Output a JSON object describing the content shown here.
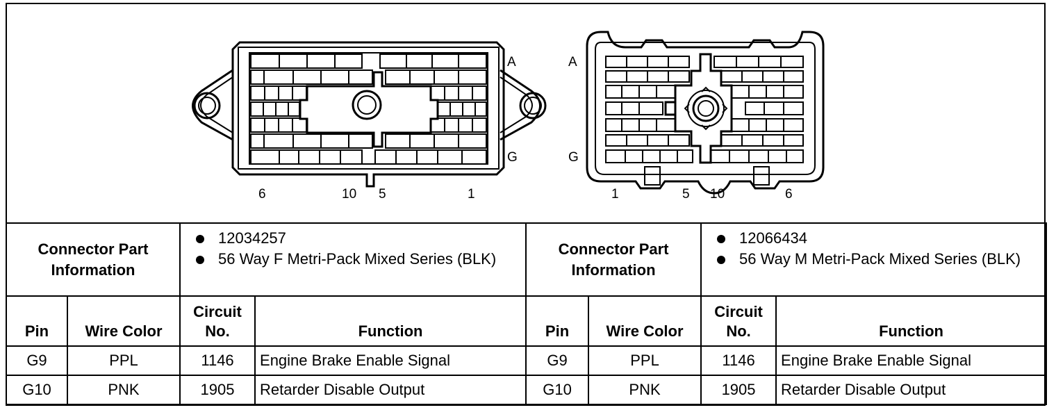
{
  "connectors": [
    {
      "row_labels": [
        "A",
        "G"
      ],
      "col_labels": [
        "6",
        "10",
        "5",
        "1"
      ],
      "section_title": "Connector Part Information",
      "part_info": [
        "12034257",
        "56 Way F Metri-Pack Mixed Series (BLK)"
      ]
    },
    {
      "row_labels": [
        "A",
        "G"
      ],
      "col_labels": [
        "1",
        "5",
        "10",
        "6"
      ],
      "section_title": "Connector Part Information",
      "part_info": [
        "12066434",
        "56 Way M Metri-Pack Mixed Series (BLK)"
      ]
    }
  ],
  "table": {
    "columns": [
      "Pin",
      "Wire Color",
      "Circuit No.",
      "Function"
    ],
    "rows": [
      {
        "pin": "G9",
        "wire_color": "PPL",
        "circuit": "1146",
        "function": "Engine Brake Enable Signal"
      },
      {
        "pin": "G10",
        "wire_color": "PNK",
        "circuit": "1905",
        "function": "Retarder Disable Output"
      }
    ]
  }
}
